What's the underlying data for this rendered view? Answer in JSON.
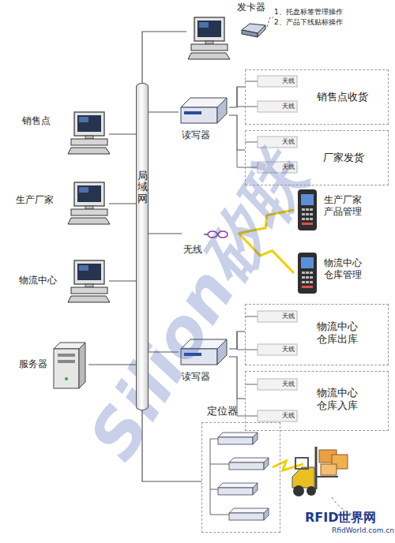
{
  "diagram": {
    "nodes": [
      {
        "text": [
          "局域网"
        ]
      },
      {
        "text": [
          "发卡器"
        ]
      },
      {
        "text": [
          "读写器"
        ]
      },
      {
        "text": [
          "销售点收货"
        ]
      },
      {
        "text": [
          "厂家发货"
        ]
      },
      {
        "text": [
          "销售点"
        ]
      },
      {
        "text": [
          "生产厂家"
        ]
      },
      {
        "text": [
          "物流中心"
        ]
      },
      {
        "text": [
          "服务器"
        ]
      },
      {
        "text": [
          "无线"
        ]
      },
      {
        "text": [
          "生产厂家 产品管理"
        ]
      },
      {
        "text": [
          "物流中心 仓库管理"
        ]
      },
      {
        "text": [
          "读写器"
        ]
      },
      {
        "text": [
          "物流中心 仓库出库"
        ]
      },
      {
        "text": [
          "物流中心 仓库入库"
        ]
      },
      {
        "text": [
          "定位器"
        ]
      }
    ],
    "edges": [
      {
        "from": 0,
        "to": 1,
        "arrow": "none"
      },
      {
        "from": 0,
        "to": 2,
        "arrow": "none"
      },
      {
        "from": 0,
        "to": 5,
        "arrow": "none"
      },
      {
        "from": 0,
        "to": 6,
        "arrow": "none"
      },
      {
        "from": 0,
        "to": 7,
        "arrow": "none"
      },
      {
        "from": 0,
        "to": 8,
        "arrow": "none"
      },
      {
        "from": 0,
        "to": 9,
        "arrow": "none"
      },
      {
        "from": 0,
        "to": 12,
        "arrow": "none"
      },
      {
        "from": 0,
        "to": 15,
        "arrow": "none"
      },
      {
        "from": 2,
        "to": 3,
        "arrow": "none"
      },
      {
        "from": 2,
        "to": 4,
        "arrow": "none"
      },
      {
        "from": 9,
        "to": 10,
        "arrow": "none"
      },
      {
        "from": 9,
        "to": 11,
        "arrow": "none"
      },
      {
        "from": 12,
        "to": 13,
        "arrow": "none"
      },
      {
        "from": 12,
        "to": 14,
        "arrow": "none"
      }
    ],
    "labels": [
      "1、托盘标签管理操作",
      "2、产品下线贴标操作",
      "天线",
      "天线",
      "天线",
      "天线",
      "天线",
      "天线",
      "天线",
      "天线",
      "Silion矽联",
      "RFID世界网",
      "RfidWorld.com.cn"
    ]
  }
}
